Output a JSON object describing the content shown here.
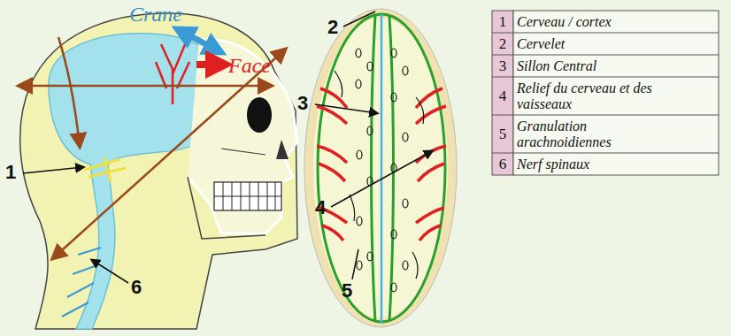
{
  "diagram": {
    "labels": [
      "Crane",
      "Face",
      "1",
      "6",
      "2",
      "3",
      "4",
      "5",
      "1",
      "Cerveau / cortex",
      "2",
      "Cervelet",
      "3",
      "Sillon Central",
      "4",
      "Relief du cerveau et des vaisseaux",
      "5",
      "Granulation arachnoidiennes",
      "6",
      "Nerf spinaux"
    ]
  }
}
